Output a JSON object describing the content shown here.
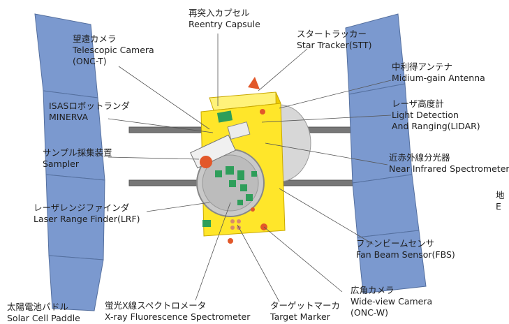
{
  "labels": {
    "reentry_capsule": {
      "jp": "再突入カプセル",
      "en": "Reentry Capsule"
    },
    "telescopic_camera": {
      "jp": "望遠カメラ",
      "en1": "Telescopic Camera",
      "en2": "(ONC-T)"
    },
    "star_tracker": {
      "jp": "スタートラッカー",
      "en": "Star Tracker(STT)"
    },
    "medium_gain_antenna": {
      "jp": "中利得アンテナ",
      "en": "Midium-gain Antenna"
    },
    "minerva": {
      "jp": "ISASロボットランダ",
      "en": "MINERVA"
    },
    "lidar": {
      "jp": "レーザ高度計",
      "en1": "Light Detection",
      "en2": "And Ranging(LIDAR)"
    },
    "sampler": {
      "jp": "サンプル採集装置",
      "en": "Sampler"
    },
    "nirs": {
      "jp": "近赤外線分光器",
      "en": "Near Infrared Spectrometer"
    },
    "lrf": {
      "jp": "レーザレンジファインダ",
      "en": "Laser Range Finder(LRF)"
    },
    "fbs": {
      "jp": "ファンビームセンサ",
      "en": "Fan Beam Sensor(FBS)"
    },
    "solar_paddle": {
      "jp": "太陽電池パドル",
      "en": "Solar Cell Paddle"
    },
    "xrs": {
      "jp": "蛍光X線スペクトロメータ",
      "en": "X-ray Fluorescence Spectrometer"
    },
    "target_marker": {
      "jp": "ターゲットマーカ",
      "en": "Target Marker"
    },
    "onc_w": {
      "jp": "広角カメラ",
      "en1": "Wide-view Camera",
      "en2": "(ONC-W)"
    },
    "edge_cutoff": {
      "l1": "地",
      "l2": "E"
    }
  },
  "colors": {
    "solar_panel": "#7b99cf",
    "body": "#ffe62a",
    "grey_disk": "#c9c9c9",
    "green_parts": "#2e9e5a",
    "orange_parts": "#e2582a",
    "leader_line": "#555555"
  }
}
